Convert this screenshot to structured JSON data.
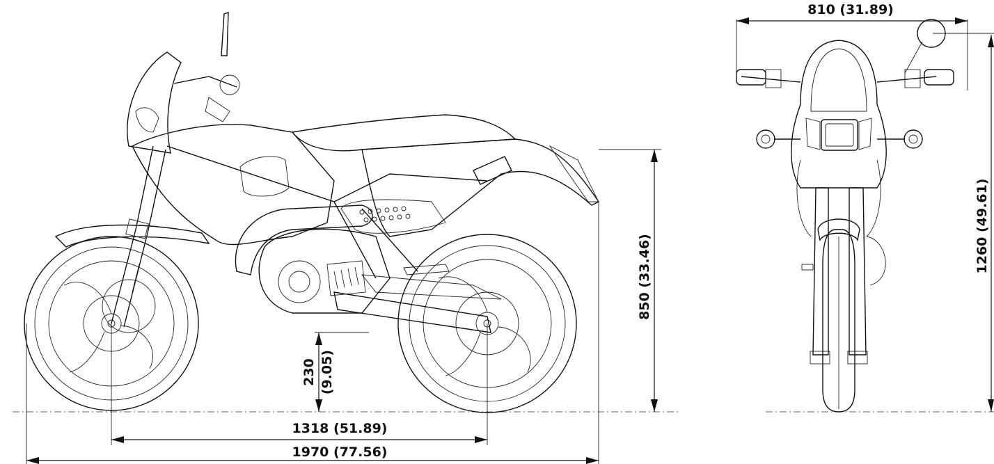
{
  "dimensions": {
    "wheelbase": "1318 (51.89)",
    "overall_length": "1970 (77.56)",
    "ground_clearance_mm": "230",
    "ground_clearance_in": "(9.05)",
    "seat_height": "850 (33.46)",
    "overall_width": "810 (31.89)",
    "overall_height": "1260 (49.61)"
  }
}
